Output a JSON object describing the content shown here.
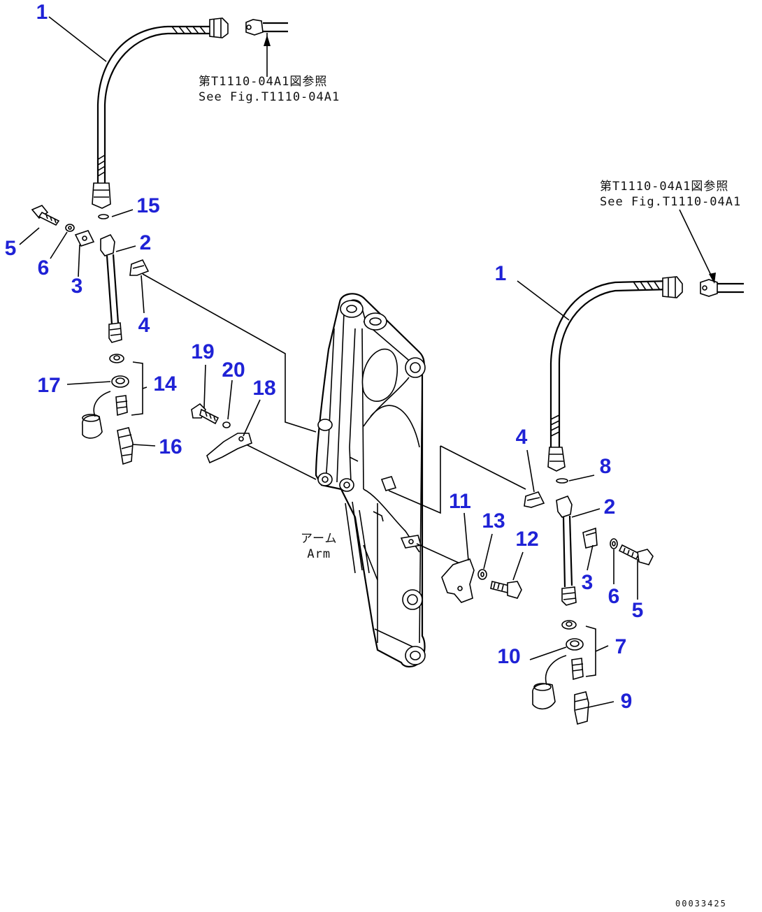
{
  "reference_note_upper": {
    "line1": "第T1110-04A1図参照",
    "line2": "See Fig.T1110-04A1"
  },
  "reference_note_right": {
    "line1": "第T1110-04A1図参照",
    "line2": "See Fig.T1110-04A1"
  },
  "arm_label": {
    "jp": "アーム",
    "en": "Arm"
  },
  "drawing_code": "00033425",
  "colors": {
    "callout": "#1f22d6",
    "line": "#000000"
  },
  "callouts": [
    {
      "id": "c1a",
      "text": "1"
    },
    {
      "id": "c15",
      "text": "15"
    },
    {
      "id": "c5a",
      "text": "5"
    },
    {
      "id": "c6a",
      "text": "6"
    },
    {
      "id": "c3a",
      "text": "3"
    },
    {
      "id": "c2a",
      "text": "2"
    },
    {
      "id": "c4a",
      "text": "4"
    },
    {
      "id": "c17",
      "text": "17"
    },
    {
      "id": "c14",
      "text": "14"
    },
    {
      "id": "c16",
      "text": "16"
    },
    {
      "id": "c19",
      "text": "19"
    },
    {
      "id": "c20",
      "text": "20"
    },
    {
      "id": "c18",
      "text": "18"
    },
    {
      "id": "c1b",
      "text": "1"
    },
    {
      "id": "c4b",
      "text": "4"
    },
    {
      "id": "c8",
      "text": "8"
    },
    {
      "id": "c2b",
      "text": "2"
    },
    {
      "id": "c11",
      "text": "11"
    },
    {
      "id": "c13",
      "text": "13"
    },
    {
      "id": "c12",
      "text": "12"
    },
    {
      "id": "c3b",
      "text": "3"
    },
    {
      "id": "c6b",
      "text": "6"
    },
    {
      "id": "c5b",
      "text": "5"
    },
    {
      "id": "c7",
      "text": "7"
    },
    {
      "id": "c10",
      "text": "10"
    },
    {
      "id": "c9",
      "text": "9"
    }
  ]
}
